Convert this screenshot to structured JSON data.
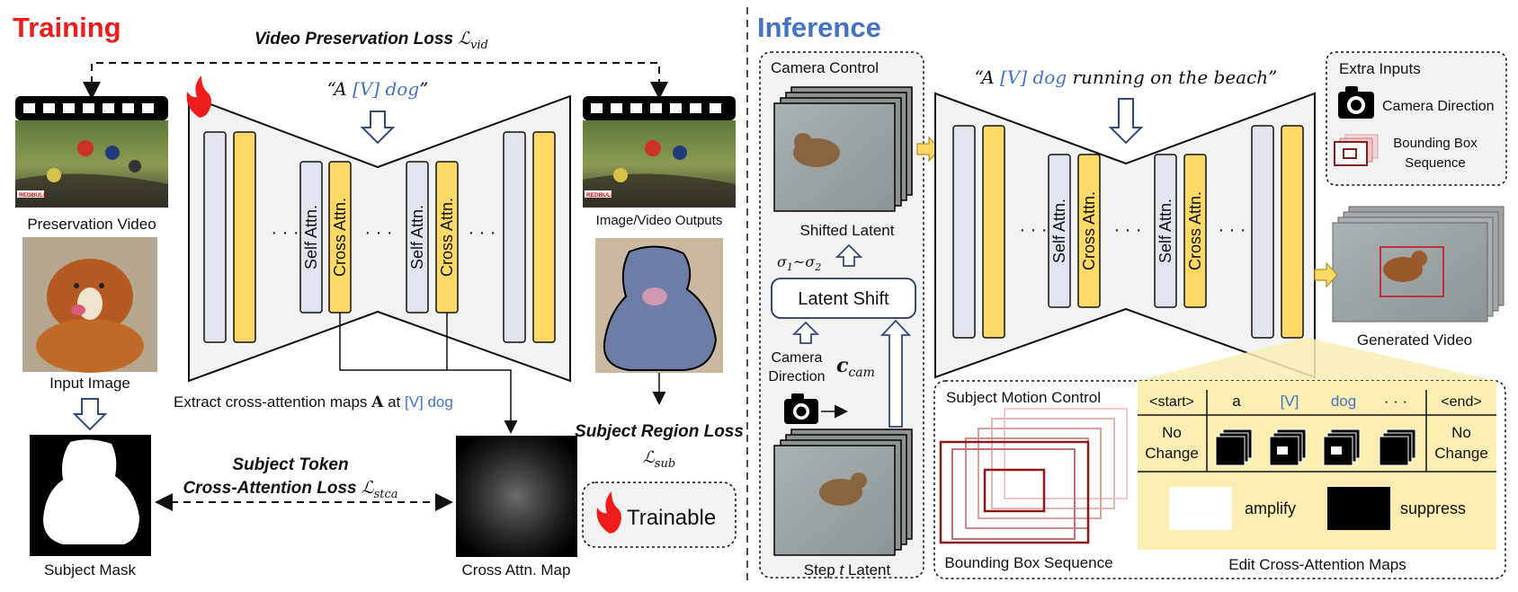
{
  "training": {
    "title": "Training",
    "vid_loss_label": "Video Preservation Loss ",
    "vid_loss_symbol": "ℒ",
    "vid_loss_sub": "vid",
    "prompt_open": "“A ",
    "prompt_token": "[V] dog",
    "prompt_close": "”",
    "preservation_video": "Preservation Video",
    "input_image": "Input Image",
    "subject_mask": "Subject Mask",
    "outputs_label": "Image/Video Outputs",
    "self_attn": "Self Attn.",
    "cross_attn": "Cross Attn.",
    "dots": "· · ·",
    "extract_text": "Extract cross-attention maps ",
    "extract_A": "A",
    "extract_at": " at ",
    "extract_token": "[V] dog",
    "stca_line1": "Subject Token",
    "stca_line2": "Cross-Attention Loss ",
    "stca_symbol": "ℒ",
    "stca_sub": "stca",
    "cross_attn_map": "Cross Attn. Map",
    "sub_loss_label": "Subject Region Loss",
    "sub_loss_symbol": "ℒ",
    "sub_loss_sub": "sub",
    "trainable": "Trainable",
    "watermark": "REDBULL"
  },
  "inference": {
    "title": "Inference",
    "camera_control": "Camera Control",
    "shifted_latent": "Shifted Latent",
    "sigma_a": "σ",
    "sigma_a_sub": "1",
    "sigma_tilde": "~",
    "sigma_b": "σ",
    "sigma_b_sub": "2",
    "latent_shift": "Latent Shift",
    "camera_direction_1": "Camera",
    "camera_direction_2": "Direction",
    "c_cam": "c",
    "c_cam_sub": "cam",
    "step_latent_prefix": "Step ",
    "step_latent_t": "t",
    "step_latent_suffix": " Latent",
    "prompt_open": "“A ",
    "prompt_token": "[V] dog",
    "prompt_rest": " running on the beach”",
    "extra_inputs": "Extra Inputs",
    "camera_direction_full": "Camera Direction",
    "bbox_seq_1": "Bounding Box",
    "bbox_seq_2": "Sequence",
    "generated_video": "Generated Video",
    "subject_motion_control": "Subject Motion Control",
    "bbox_sequence": "Bounding Box Sequence",
    "edit_maps": "Edit Cross-Attention Maps",
    "table_headers": [
      "<start>",
      "a",
      "[V]",
      "dog",
      "· · ·",
      "<end>"
    ],
    "no_change_1": "No",
    "no_change_2": "Change",
    "amplify": "amplify",
    "suppress": "suppress"
  },
  "colors": {
    "training_title": "#ee1c1c",
    "inference_title": "#4472c4",
    "token_blue": "#4472c4",
    "yellow_block": "#ffd966",
    "grey_block": "#dfe4ee",
    "edit_panel": "#fcedb3",
    "bbox_red": "#8b1a1a"
  }
}
